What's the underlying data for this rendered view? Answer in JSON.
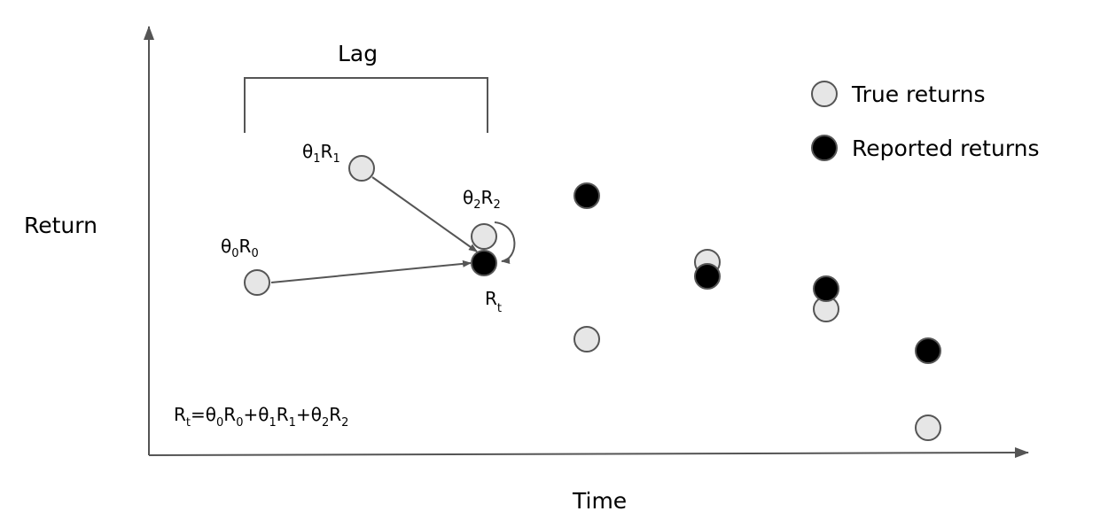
{
  "axes": {
    "y_label": "Return",
    "x_label": "Time"
  },
  "lag_label": "Lag",
  "legend": {
    "true_returns": "True returns",
    "reported_returns": "Reported returns"
  },
  "colors": {
    "true_fill": "#e6e6e6",
    "reported_fill": "#000000",
    "stroke": "#555555"
  },
  "labels": {
    "theta0": "θ",
    "theta0_sub": "0",
    "r0": "R",
    "r0_sub": "0",
    "theta1": "θ",
    "theta1_sub": "1",
    "r1": "R",
    "r1_sub": "1",
    "theta2": "θ",
    "theta2_sub": "2",
    "r2": "R",
    "r2_sub": "2",
    "rt": "R",
    "rt_sub": "t"
  },
  "formula": {
    "r": "R",
    "r_sub": "t",
    "eq_theta0": "=θ",
    "t0_sub": "0",
    "r0": "R",
    "r0_sub": "0",
    "plus_theta1": "+θ",
    "t1_sub": "1",
    "r1": "R",
    "r1_sub": "1",
    "plus_theta2": "+θ",
    "t2_sub": "2",
    "r2": "R",
    "r2_sub": "2"
  }
}
